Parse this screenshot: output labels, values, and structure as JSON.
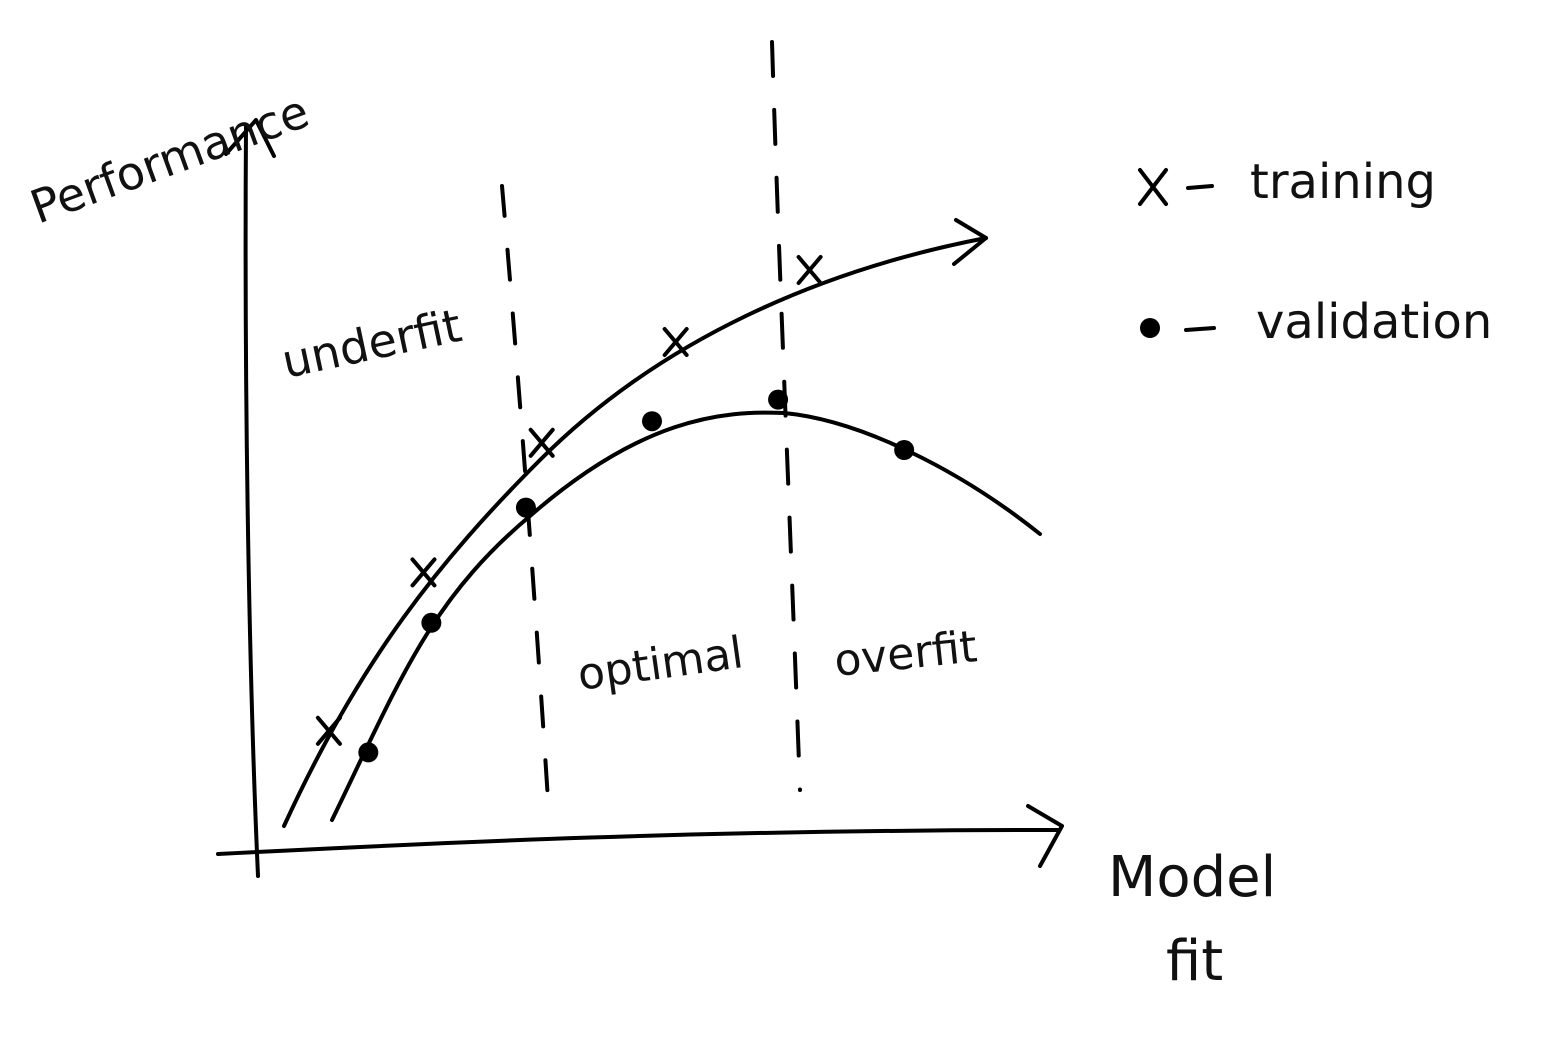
{
  "chart_data": {
    "type": "line",
    "title": "",
    "xlabel": "Model fit",
    "ylabel": "Performance",
    "xlim": [
      0,
      100
    ],
    "ylim": [
      0,
      100
    ],
    "grid": false,
    "legend_position": "top-right",
    "legend": [
      {
        "symbol": "x",
        "label": "training"
      },
      {
        "symbol": "dot",
        "label": "validation"
      }
    ],
    "series": [
      {
        "name": "training",
        "marker": "x",
        "x": [
          9,
          21,
          36,
          53,
          70
        ],
        "y": [
          16,
          38,
          56,
          70,
          80
        ]
      },
      {
        "name": "validation",
        "marker": "dot",
        "x": [
          14,
          22,
          34,
          50,
          66,
          82
        ],
        "y": [
          13,
          31,
          47,
          59,
          62,
          55
        ]
      }
    ],
    "regions": [
      {
        "label": "underfit"
      },
      {
        "label": "optimal"
      },
      {
        "label": "overfit"
      }
    ]
  }
}
